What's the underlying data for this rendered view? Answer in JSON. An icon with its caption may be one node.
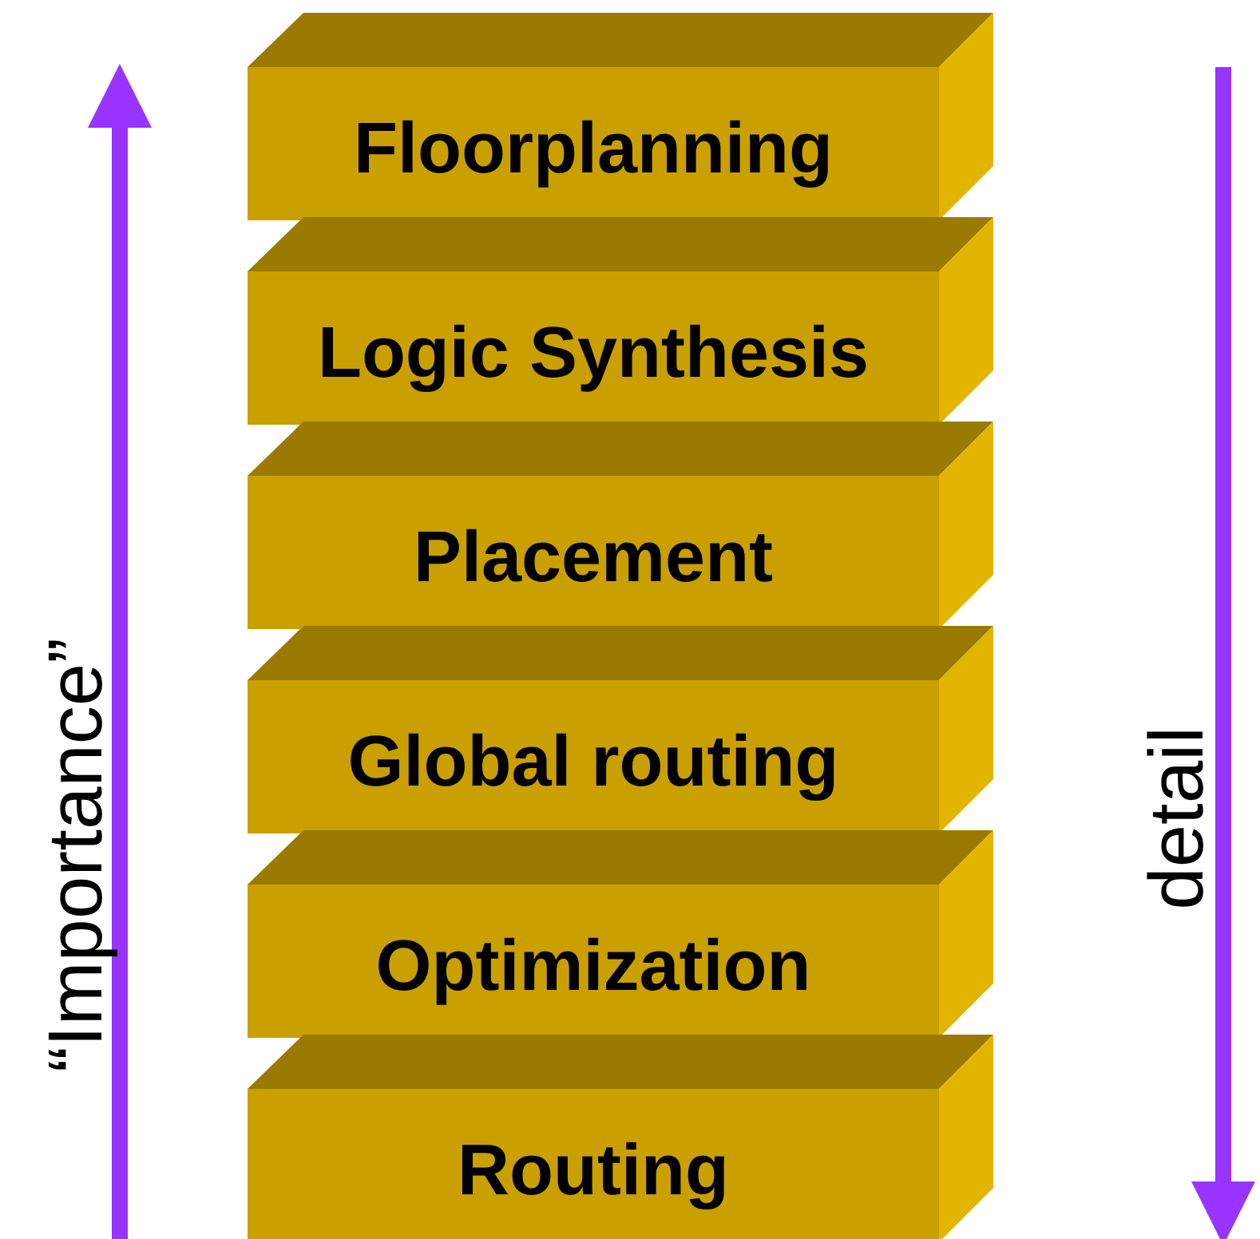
{
  "diagram": {
    "nodes": [
      {
        "text": [
          "Floorplanning"
        ]
      },
      {
        "text": [
          "Logic Synthesis"
        ]
      },
      {
        "text": [
          "Placement"
        ]
      },
      {
        "text": [
          "Global routing"
        ]
      },
      {
        "text": [
          "Optimization"
        ]
      },
      {
        "text": [
          "Routing"
        ]
      }
    ],
    "labels": [
      "“Importance”",
      "detail"
    ]
  }
}
